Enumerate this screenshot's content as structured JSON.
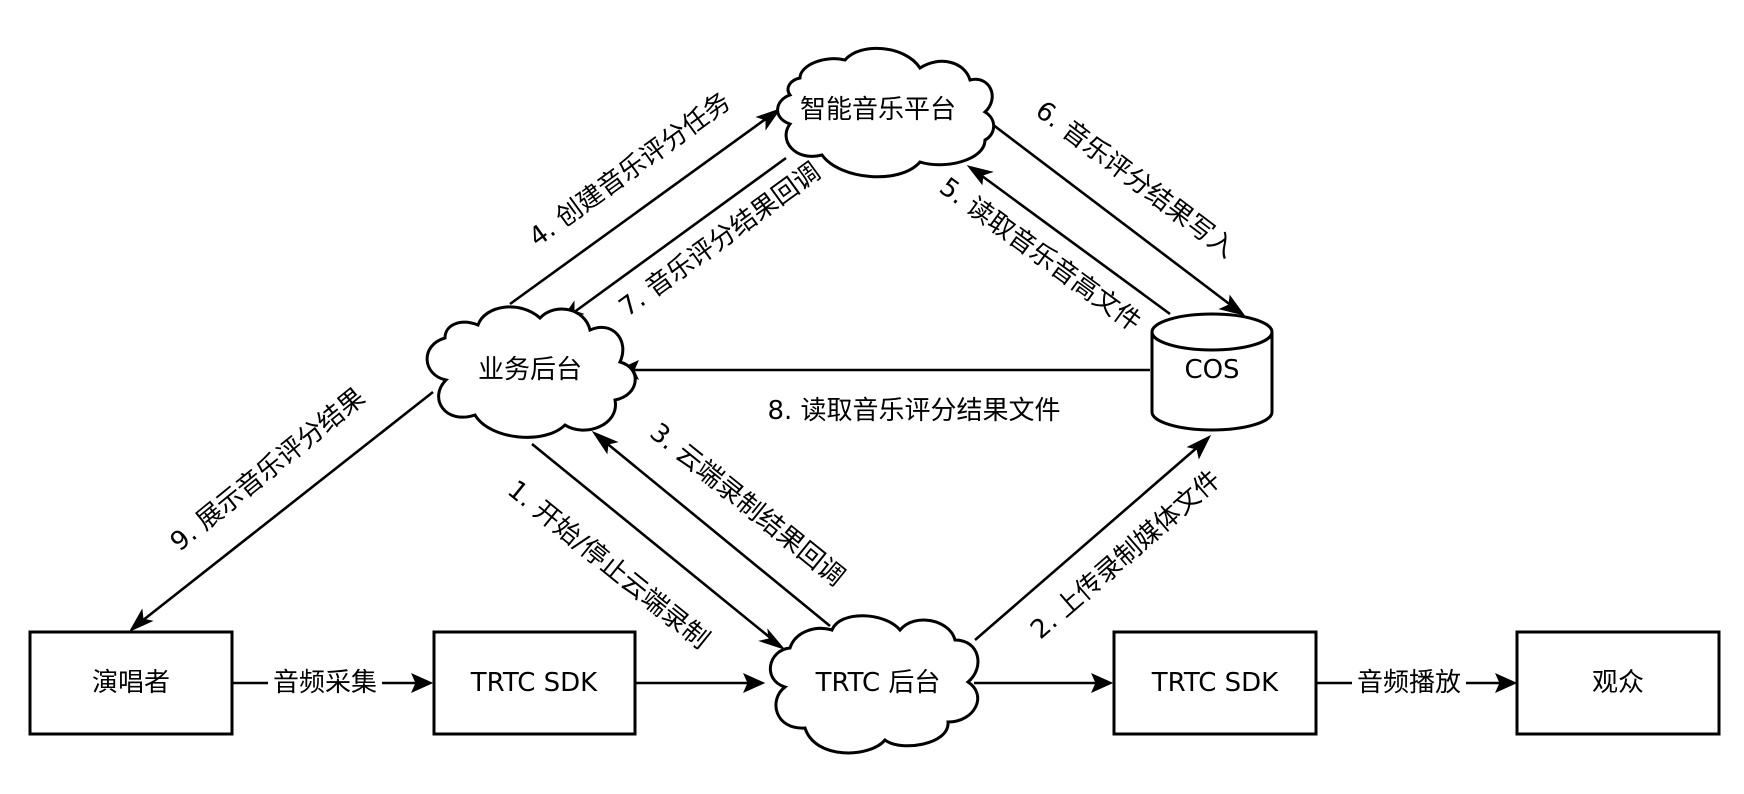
{
  "diagram": {
    "type": "flowchart",
    "nodes": [
      {
        "id": "singer",
        "shape": "rect",
        "label": "演唱者"
      },
      {
        "id": "sdk_push",
        "shape": "rect",
        "label": "TRTC SDK"
      },
      {
        "id": "trtc_backend",
        "shape": "cloud",
        "label": "TRTC 后台"
      },
      {
        "id": "sdk_play",
        "shape": "rect",
        "label": "TRTC SDK"
      },
      {
        "id": "audience",
        "shape": "rect",
        "label": "观众"
      },
      {
        "id": "biz_backend",
        "shape": "cloud",
        "label": "业务后台"
      },
      {
        "id": "music_platform",
        "shape": "cloud",
        "label": "智能音乐平台"
      },
      {
        "id": "cos",
        "shape": "cylinder",
        "label": "COS"
      }
    ],
    "edges": [
      {
        "id": "e-capture",
        "from": "singer",
        "to": "sdk_push",
        "label": "音频采集"
      },
      {
        "id": "e-sdk-to-backend",
        "from": "sdk_push",
        "to": "trtc_backend",
        "label": ""
      },
      {
        "id": "e-backend-to-sdk",
        "from": "trtc_backend",
        "to": "sdk_play",
        "label": ""
      },
      {
        "id": "e-playback",
        "from": "sdk_play",
        "to": "audience",
        "label": "音频播放"
      },
      {
        "id": "e-1",
        "from": "biz_backend",
        "to": "trtc_backend",
        "label": "1. 开始/停止云端录制"
      },
      {
        "id": "e-2",
        "from": "trtc_backend",
        "to": "cos",
        "label": "2. 上传录制媒体文件"
      },
      {
        "id": "e-3",
        "from": "trtc_backend",
        "to": "biz_backend",
        "label": "3. 云端录制结果回调"
      },
      {
        "id": "e-4",
        "from": "biz_backend",
        "to": "music_platform",
        "label": "4. 创建音乐评分任务"
      },
      {
        "id": "e-5",
        "from": "cos",
        "to": "music_platform",
        "label": "5. 读取音乐音高文件"
      },
      {
        "id": "e-6",
        "from": "music_platform",
        "to": "cos",
        "label": "6. 音乐评分结果写入"
      },
      {
        "id": "e-7",
        "from": "music_platform",
        "to": "biz_backend",
        "label": "7. 音乐评分结果回调"
      },
      {
        "id": "e-8",
        "from": "cos",
        "to": "biz_backend",
        "label": "8. 读取音乐评分结果文件"
      },
      {
        "id": "e-9",
        "from": "biz_backend",
        "to": "singer",
        "label": "9. 展示音乐评分结果"
      }
    ]
  }
}
